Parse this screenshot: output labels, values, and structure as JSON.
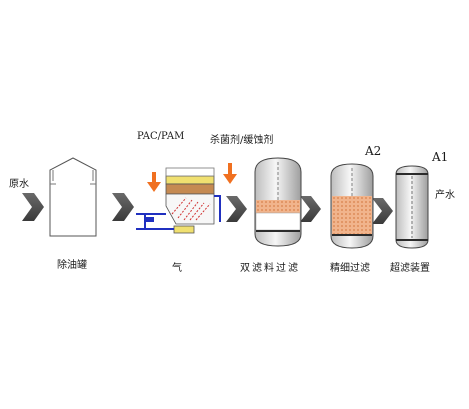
{
  "labels": {
    "raw_water": "原水",
    "oil_tank": "除油罐",
    "air": "气",
    "pac_pam": "PAC/PAM",
    "chemicals": "杀菌剂/缓蚀剂",
    "double_filter": "双滤料过滤",
    "fine_filter": "精细过滤",
    "ultrafilter": "超滤装置",
    "product_water": "产水",
    "a2": "A2",
    "a1": "A1"
  },
  "colors": {
    "flow_arrow": "#555555",
    "dosing_arrow": "#f07020",
    "media_fill": "#e8a070",
    "vessel_stroke": "#444444",
    "pipe_blue": "#2030c0",
    "bubble_red": "#d03030",
    "float_yellow": "#f0e070"
  }
}
